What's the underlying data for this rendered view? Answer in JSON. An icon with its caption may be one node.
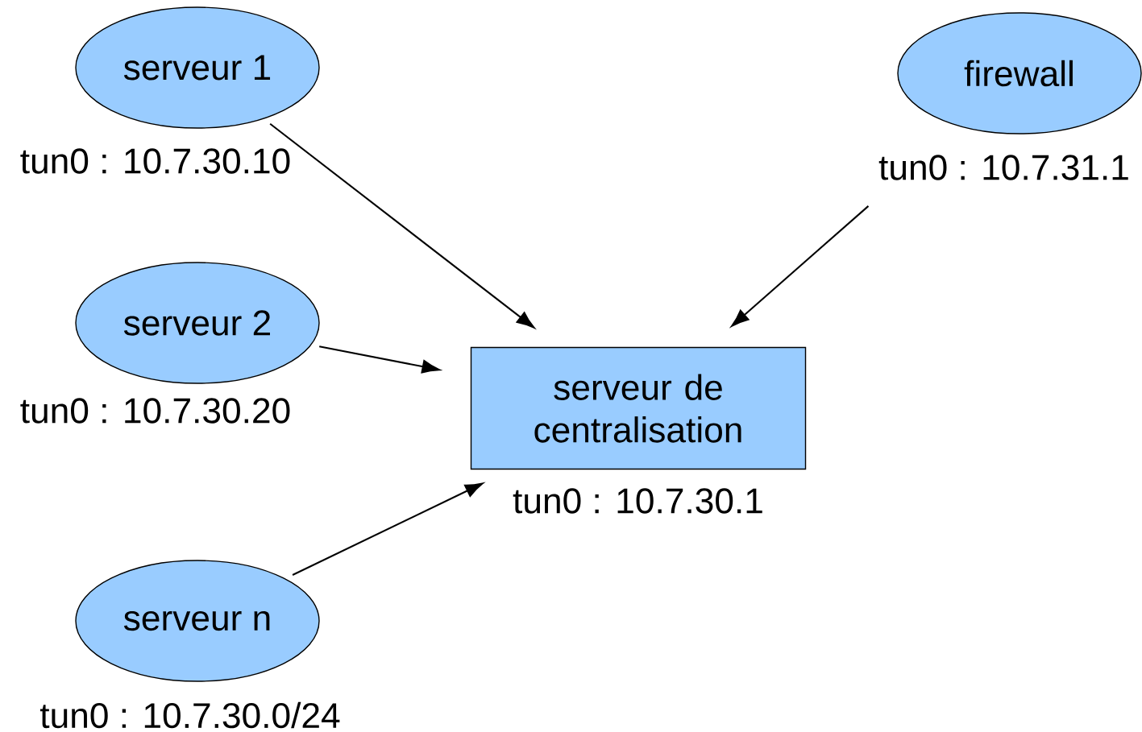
{
  "diagram": {
    "nodes": [
      {
        "text": [
          "serveur 1"
        ],
        "beside": [
          "tun0 : 10.7.30.10"
        ]
      },
      {
        "text": [
          "firewall"
        ],
        "beside": [
          "tun0 : 10.7.31.1"
        ]
      },
      {
        "text": [
          "serveur 2"
        ],
        "beside": [
          "tun0 : 10.7.30.20"
        ]
      },
      {
        "text": [
          "serveur de centralisation"
        ],
        "beside": [
          "tun0 : 10.7.30.1"
        ]
      },
      {
        "text": [
          "serveur n"
        ],
        "beside": [
          "tun0 : 10.7.30.0/24"
        ]
      }
    ],
    "edges": [
      {
        "from": 0,
        "to": 3,
        "arrow": "to"
      },
      {
        "from": 1,
        "to": 3,
        "arrow": "to"
      },
      {
        "from": 2,
        "to": 3,
        "arrow": "to"
      },
      {
        "from": 4,
        "to": 3,
        "arrow": "to"
      }
    ]
  }
}
